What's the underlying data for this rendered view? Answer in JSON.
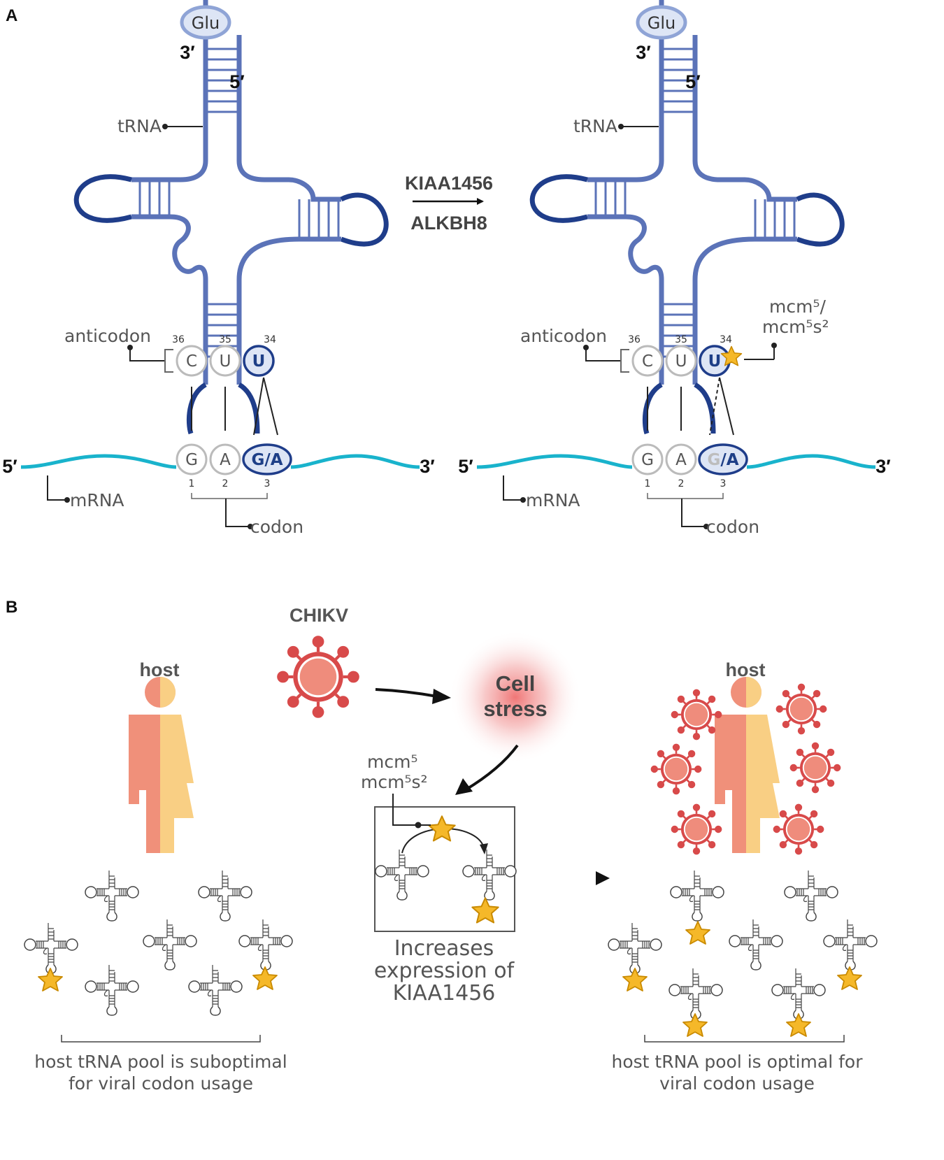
{
  "panel_a": {
    "label": "A",
    "amino_acid": "Glu",
    "three_prime": "3′",
    "five_prime": "5′",
    "trna_label": "tRNA",
    "anticodon_label": "anticodon",
    "mrna_label": "mRNA",
    "codon_label": "codon",
    "enzyme_top": "KIAA1456",
    "enzyme_bottom": "ALKBH8",
    "anticodon_positions": [
      "36",
      "35",
      "34"
    ],
    "anticodon_bases": [
      "C",
      "U",
      "U"
    ],
    "codon_bases": [
      "G",
      "A"
    ],
    "wobble_g": "G",
    "wobble_sep": "/",
    "wobble_a": "A",
    "codon_positions": [
      "1",
      "2",
      "3"
    ],
    "mod_line1": "mcm⁵/",
    "mod_line2": "mcm⁵s²"
  },
  "panel_b": {
    "label": "B",
    "virus_label": "CHIKV",
    "host_left": "host",
    "host_right": "host",
    "stress_line1": "Cell",
    "stress_line2": "stress",
    "mod_line1": "mcm⁵",
    "mod_line2": "mcm⁵s²",
    "caption_line1": "Increases",
    "caption_line2": "expression of",
    "caption_line3": "KIAA1456",
    "pool_left_line1": "host tRNA pool is suboptimal",
    "pool_left_line2": "for viral codon usage",
    "pool_right_line1": "host tRNA pool is optimal for",
    "pool_right_line2": "viral codon usage"
  },
  "colors": {
    "trna_stem": "#5b73b8",
    "trna_loop": "#1f3d8a",
    "mrna": "#19b3cc",
    "star": "#f5b829",
    "virus": "#d84a4a",
    "host_left_half": "#f0907a",
    "host_right_half": "#f9cf84"
  }
}
